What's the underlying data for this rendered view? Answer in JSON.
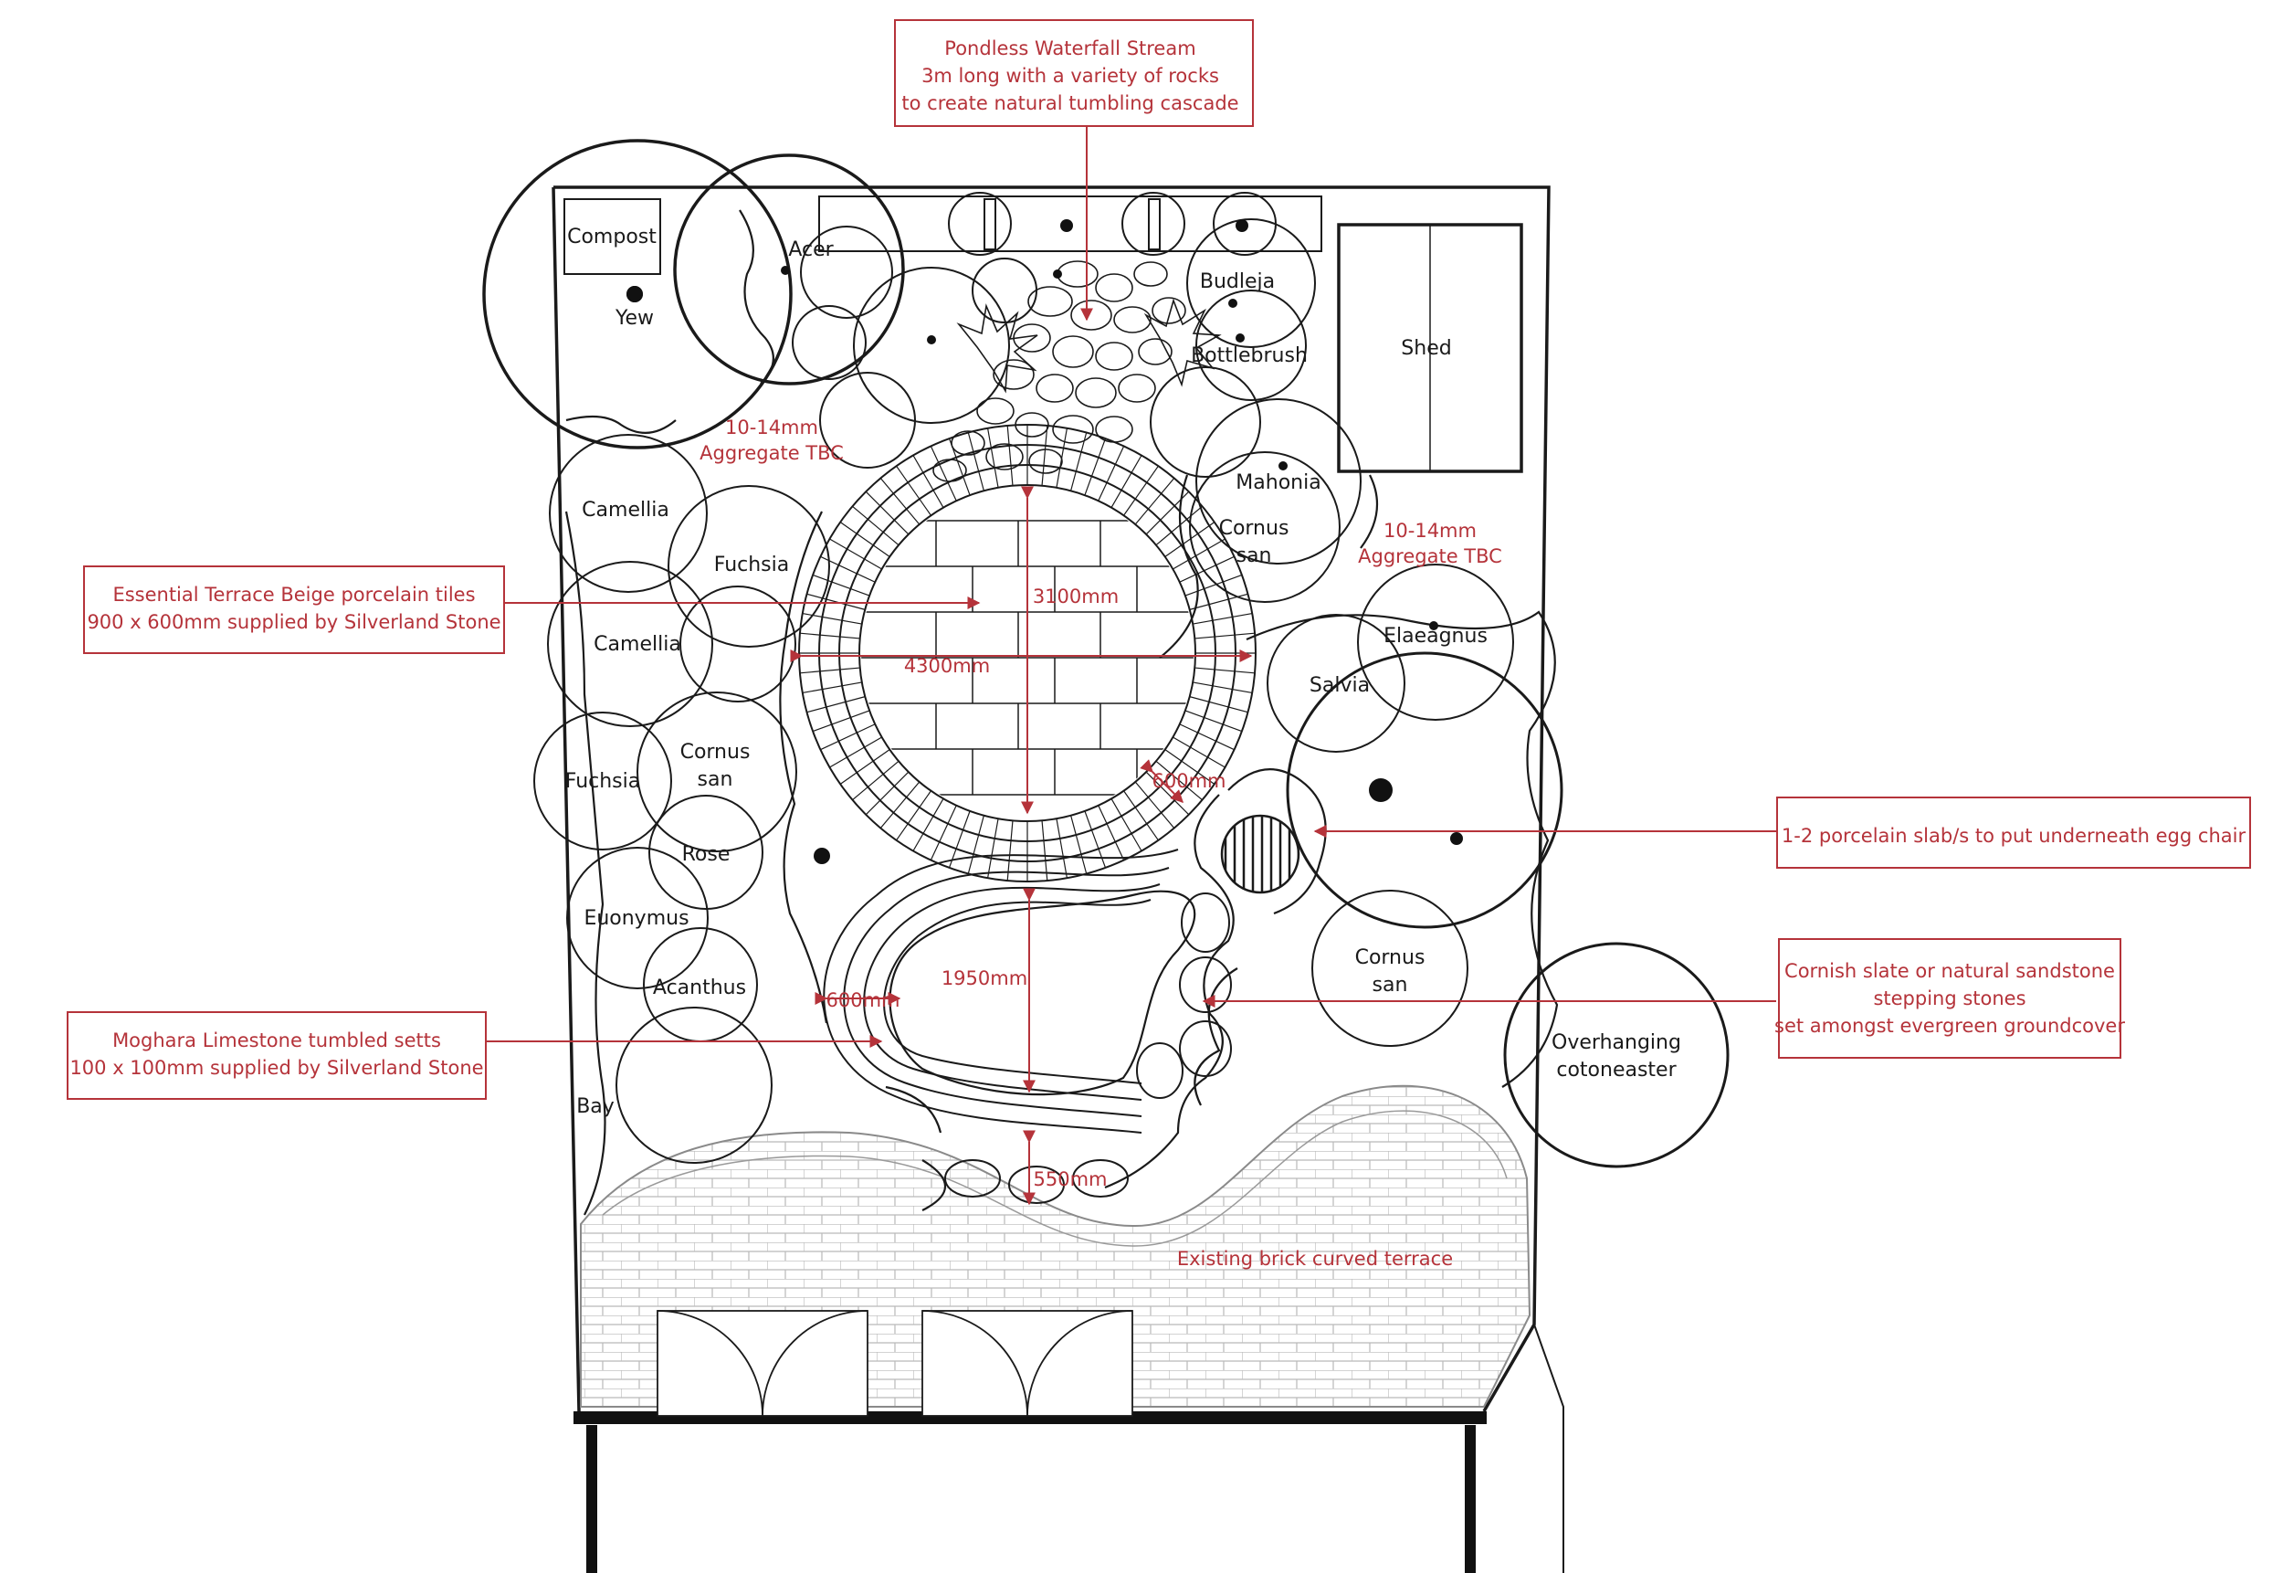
{
  "plan": {
    "structures": {
      "compost": "Compost",
      "shed": "Shed",
      "terrace_label": "Existing  brick curved terrace"
    },
    "plants": {
      "yew": "Yew",
      "acer": "Acer",
      "budleja": "Budleja",
      "bottlebrush": "Bottlebrush",
      "mahonia": "Mahonia",
      "cornus_san_top_1": "Cornus",
      "cornus_san_top_2": "san",
      "camellia_1": "Camellia",
      "fuchsia_1": "Fuchsia",
      "camellia_2": "Camellia",
      "cornus_san_left_1": "Cornus",
      "cornus_san_left_2": "san",
      "fuchsia_2": "Fuchsia",
      "rose": "Rose",
      "euonymus": "Euonymus",
      "acanthus": "Acanthus",
      "bay": "Bay",
      "elaeagnus": "Elaeagnus",
      "salvia": "Salvia",
      "cornus_san_right_1": "Cornus",
      "cornus_san_right_2": "san",
      "cotoneaster_1": "Overhanging",
      "cotoneaster_2": "cotoneaster"
    },
    "aggregate": {
      "left_1": "10-14mm",
      "left_2": "Aggregate TBC",
      "right_1": "10-14mm",
      "right_2": "Aggregate TBC"
    },
    "dimensions": {
      "d_3100": "3100mm",
      "d_4300": "4300mm",
      "d_600_right": "600mm",
      "d_1950": "1950mm",
      "d_600_left": "600mm",
      "d_550": "550mm"
    },
    "notes": {
      "waterfall": [
        "Pondless Waterfall Stream",
        "3m long with a variety of rocks",
        "to create natural tumbling cascade"
      ],
      "tiles": [
        "Essential Terrace Beige porcelain tiles",
        "900 x 600mm supplied by Silverland Stone"
      ],
      "slab": [
        "1-2 porcelain slab/s to put underneath egg chair"
      ],
      "stones": [
        "Cornish slate or natural sandstone",
        "stepping stones",
        "set amongst evergreen groundcover"
      ],
      "setts": [
        "Moghara Limestone tumbled setts",
        "100 x 100mm supplied by Silverland Stone"
      ]
    },
    "colors": {
      "annotation": "#b5333a",
      "ink": "#1a1a1a"
    }
  }
}
